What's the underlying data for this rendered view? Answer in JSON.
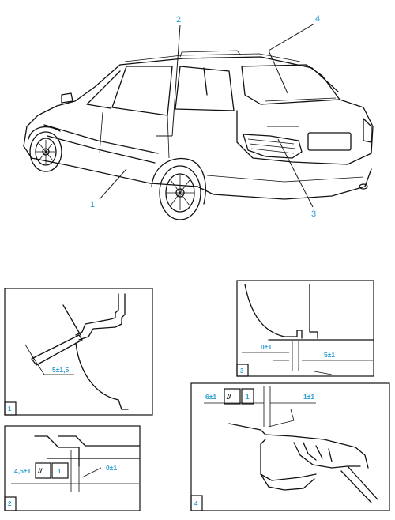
{
  "callouts": {
    "c1": "1",
    "c2": "2",
    "c3": "3",
    "c4": "4"
  },
  "details": [
    {
      "id": "1",
      "dims": [
        "5±1,5"
      ]
    },
    {
      "id": "2",
      "dims": [
        "4,5±1",
        "0±1"
      ],
      "symbol": "//",
      "ref": "1"
    },
    {
      "id": "3",
      "dims": [
        "0±1",
        "5±1"
      ]
    },
    {
      "id": "4",
      "dims": [
        "6±1",
        "1±1"
      ],
      "symbol": "//",
      "ref": "1"
    }
  ],
  "colors": {
    "accent": "#2f9fd3",
    "line": "#111111"
  }
}
